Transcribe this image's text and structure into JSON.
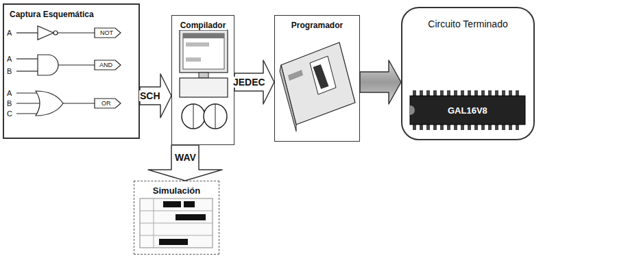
{
  "diagram": {
    "nodes": [
      {
        "text": [
          "Captura Esquemática"
        ]
      },
      {
        "text": [
          "Compilador"
        ]
      },
      {
        "text": [
          "Simulación"
        ]
      },
      {
        "text": [
          "Programador"
        ]
      },
      {
        "text": [
          "Circuito Terminado"
        ]
      }
    ],
    "edges": [
      {
        "from": 0,
        "to": 1,
        "arrow": "to",
        "label": "SCH"
      },
      {
        "from": 1,
        "to": 3,
        "arrow": "to",
        "label": "JEDEC"
      },
      {
        "from": 1,
        "to": 2,
        "arrow": "to",
        "label": "WAV"
      },
      {
        "from": 3,
        "to": 4,
        "arrow": "to"
      }
    ],
    "labels": [
      "A",
      "NOT",
      "A",
      "B",
      "AND",
      "A",
      "B",
      "C",
      "OR",
      "GAL16V8"
    ]
  }
}
